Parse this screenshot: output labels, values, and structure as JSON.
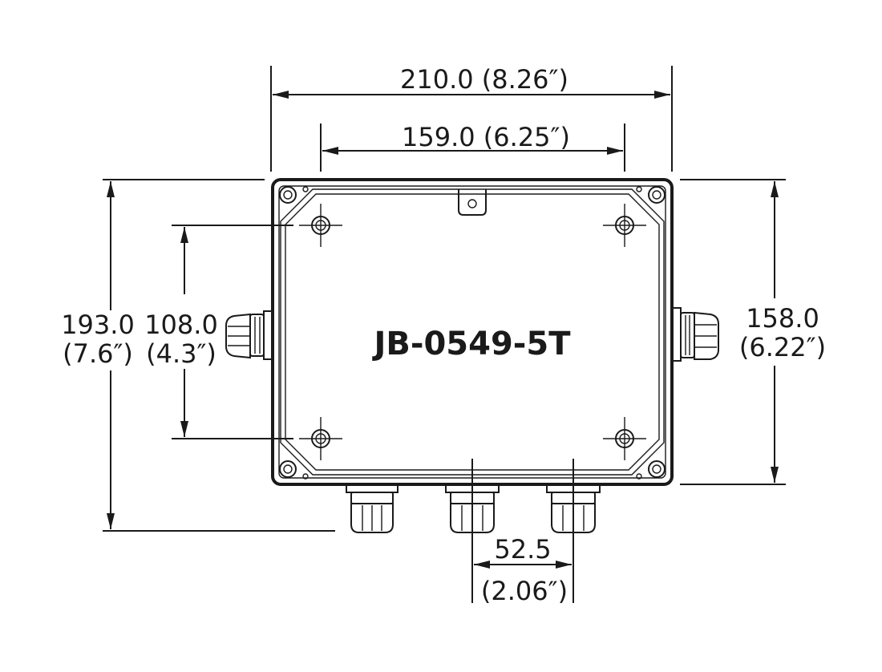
{
  "part_number": "JB-0549-5T",
  "dimensions": {
    "overall_width": "210.0 (8.26″)",
    "hole_spacing_width": "159.0 (6.25″)",
    "overall_height_mm": "193.0",
    "overall_height_in": "(7.6″)",
    "hole_spacing_height_mm": "108.0",
    "hole_spacing_height_in": "(4.3″)",
    "body_height_mm": "158.0",
    "body_height_in": "(6.22″)",
    "gland_spacing_mm": "52.5",
    "gland_spacing_in": "(2.06″)"
  }
}
